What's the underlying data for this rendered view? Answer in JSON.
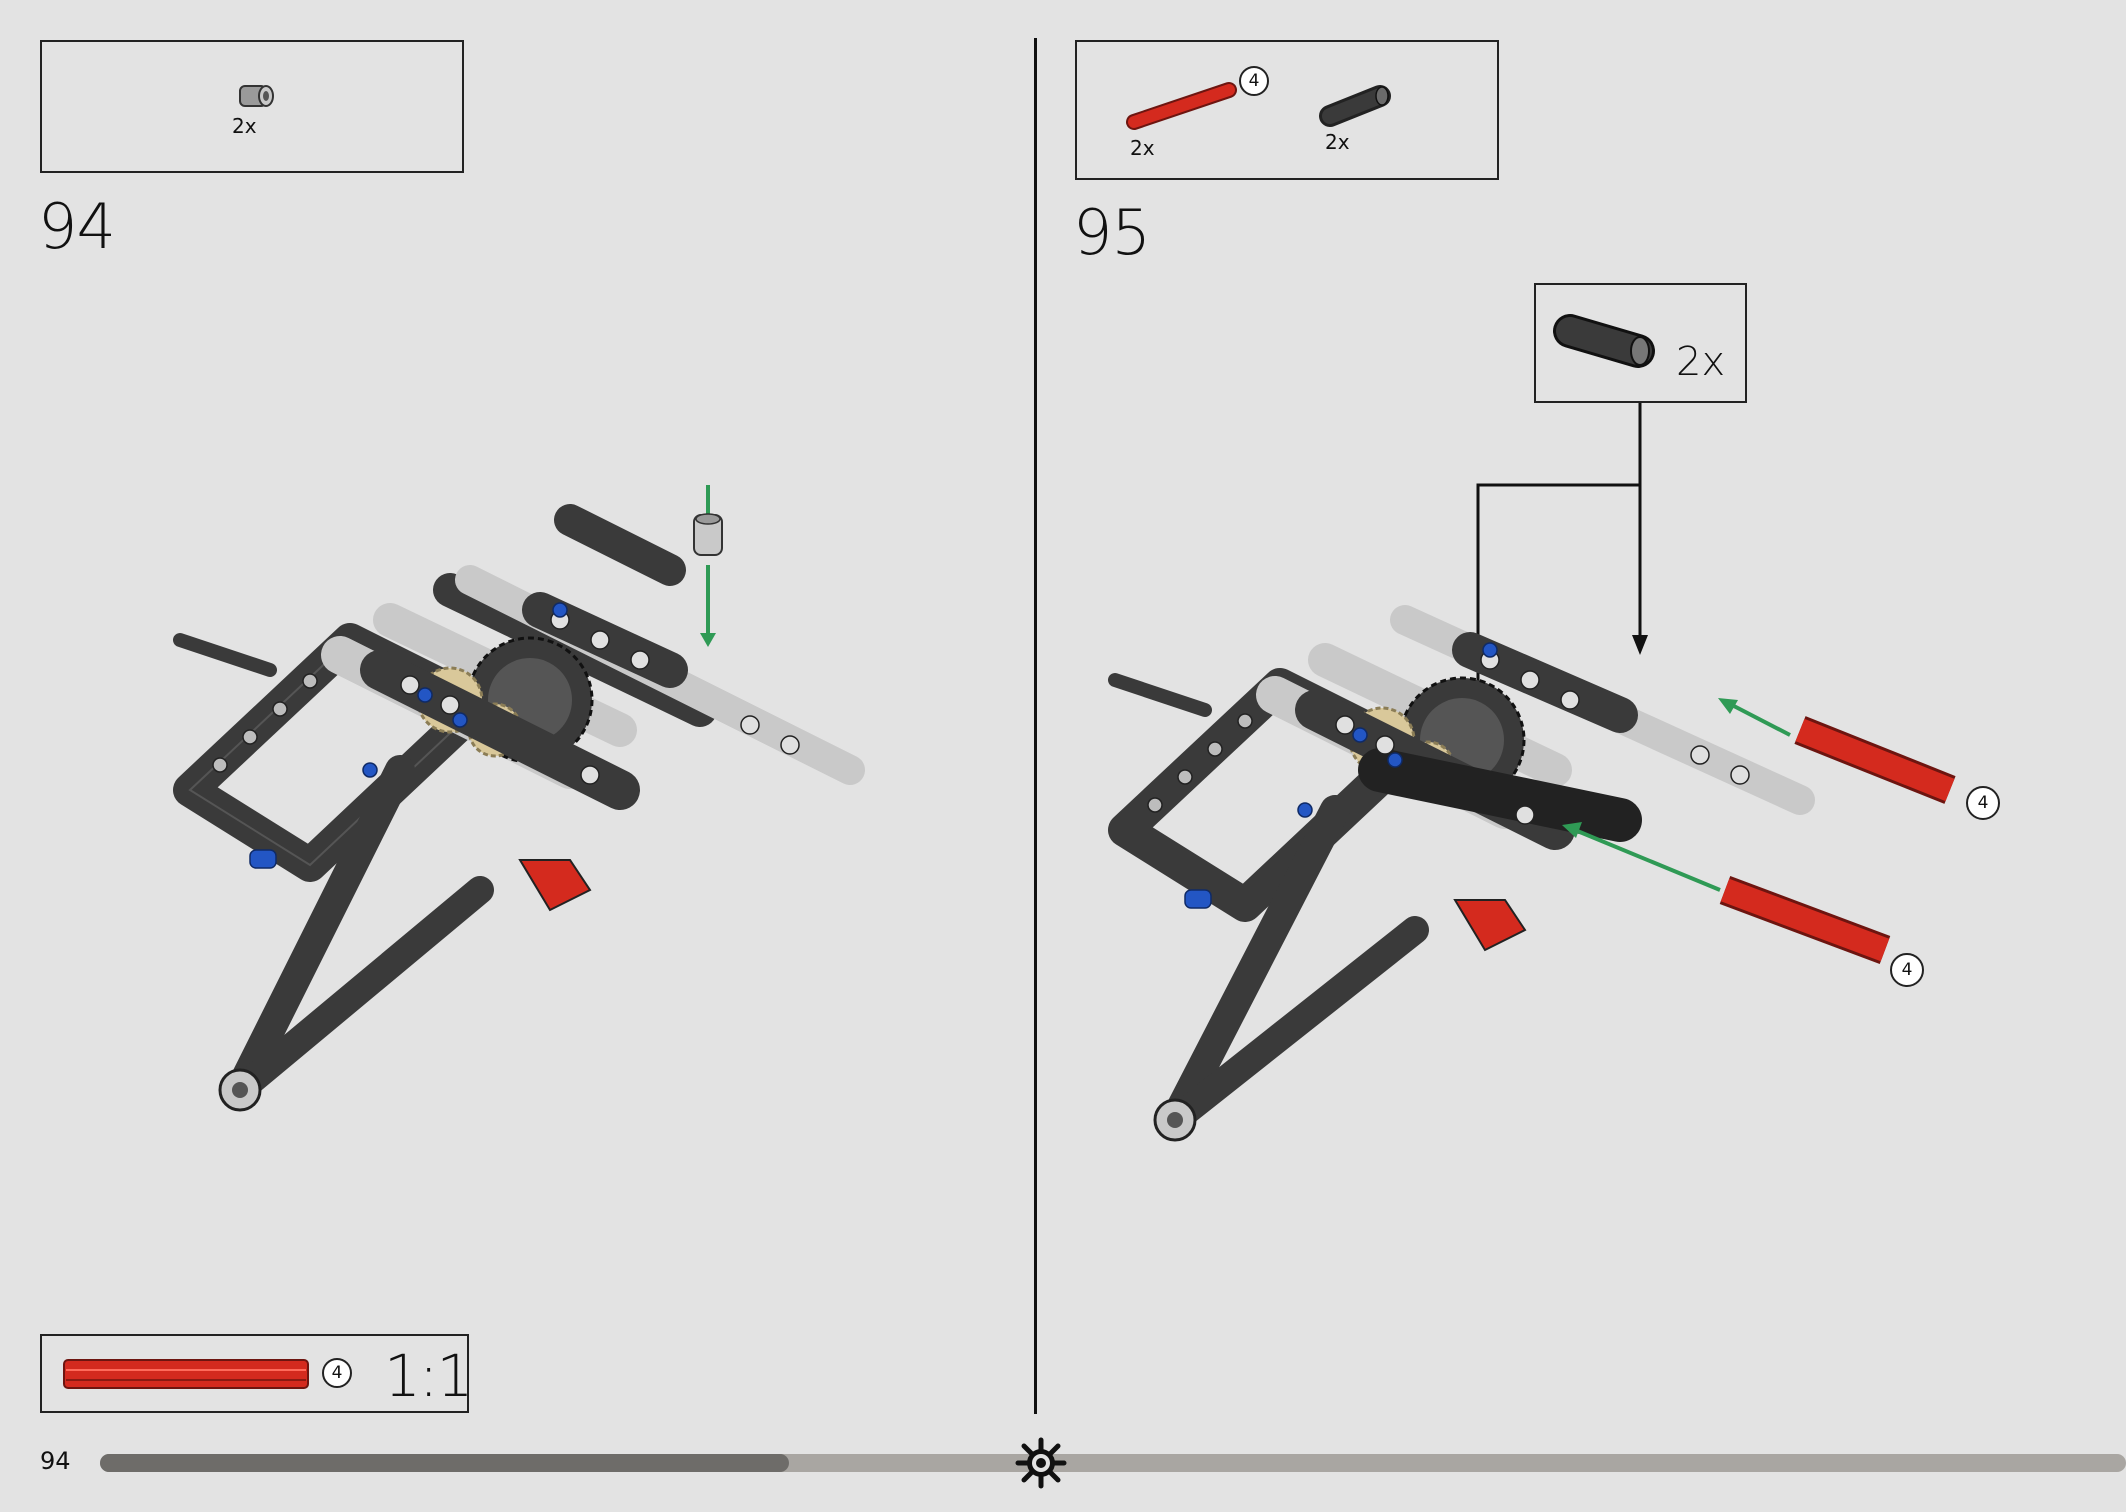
{
  "steps": [
    {
      "number": "94",
      "parts": [
        {
          "name": "bush",
          "qty": "2x"
        }
      ]
    },
    {
      "number": "95",
      "parts": [
        {
          "name": "axle-4-red",
          "qty": "2x",
          "size": "4"
        },
        {
          "name": "axle-connector-black",
          "qty": "2x"
        }
      ],
      "callout": {
        "qty": "2x"
      },
      "axle_markers": [
        "4",
        "4"
      ]
    }
  ],
  "scale_box": {
    "size": "4",
    "ratio": "1:1"
  },
  "page": {
    "number": "94",
    "progress": 0.34
  },
  "colors": {
    "background": "#e3e3e3",
    "axle_red": "#d42a1e",
    "frame_dark": "#3a3a3a",
    "frame_light": "#c9c9c9",
    "arrow_green": "#2f9a55",
    "gear_tan": "#d9c89a",
    "pin_blue": "#2356c4"
  }
}
